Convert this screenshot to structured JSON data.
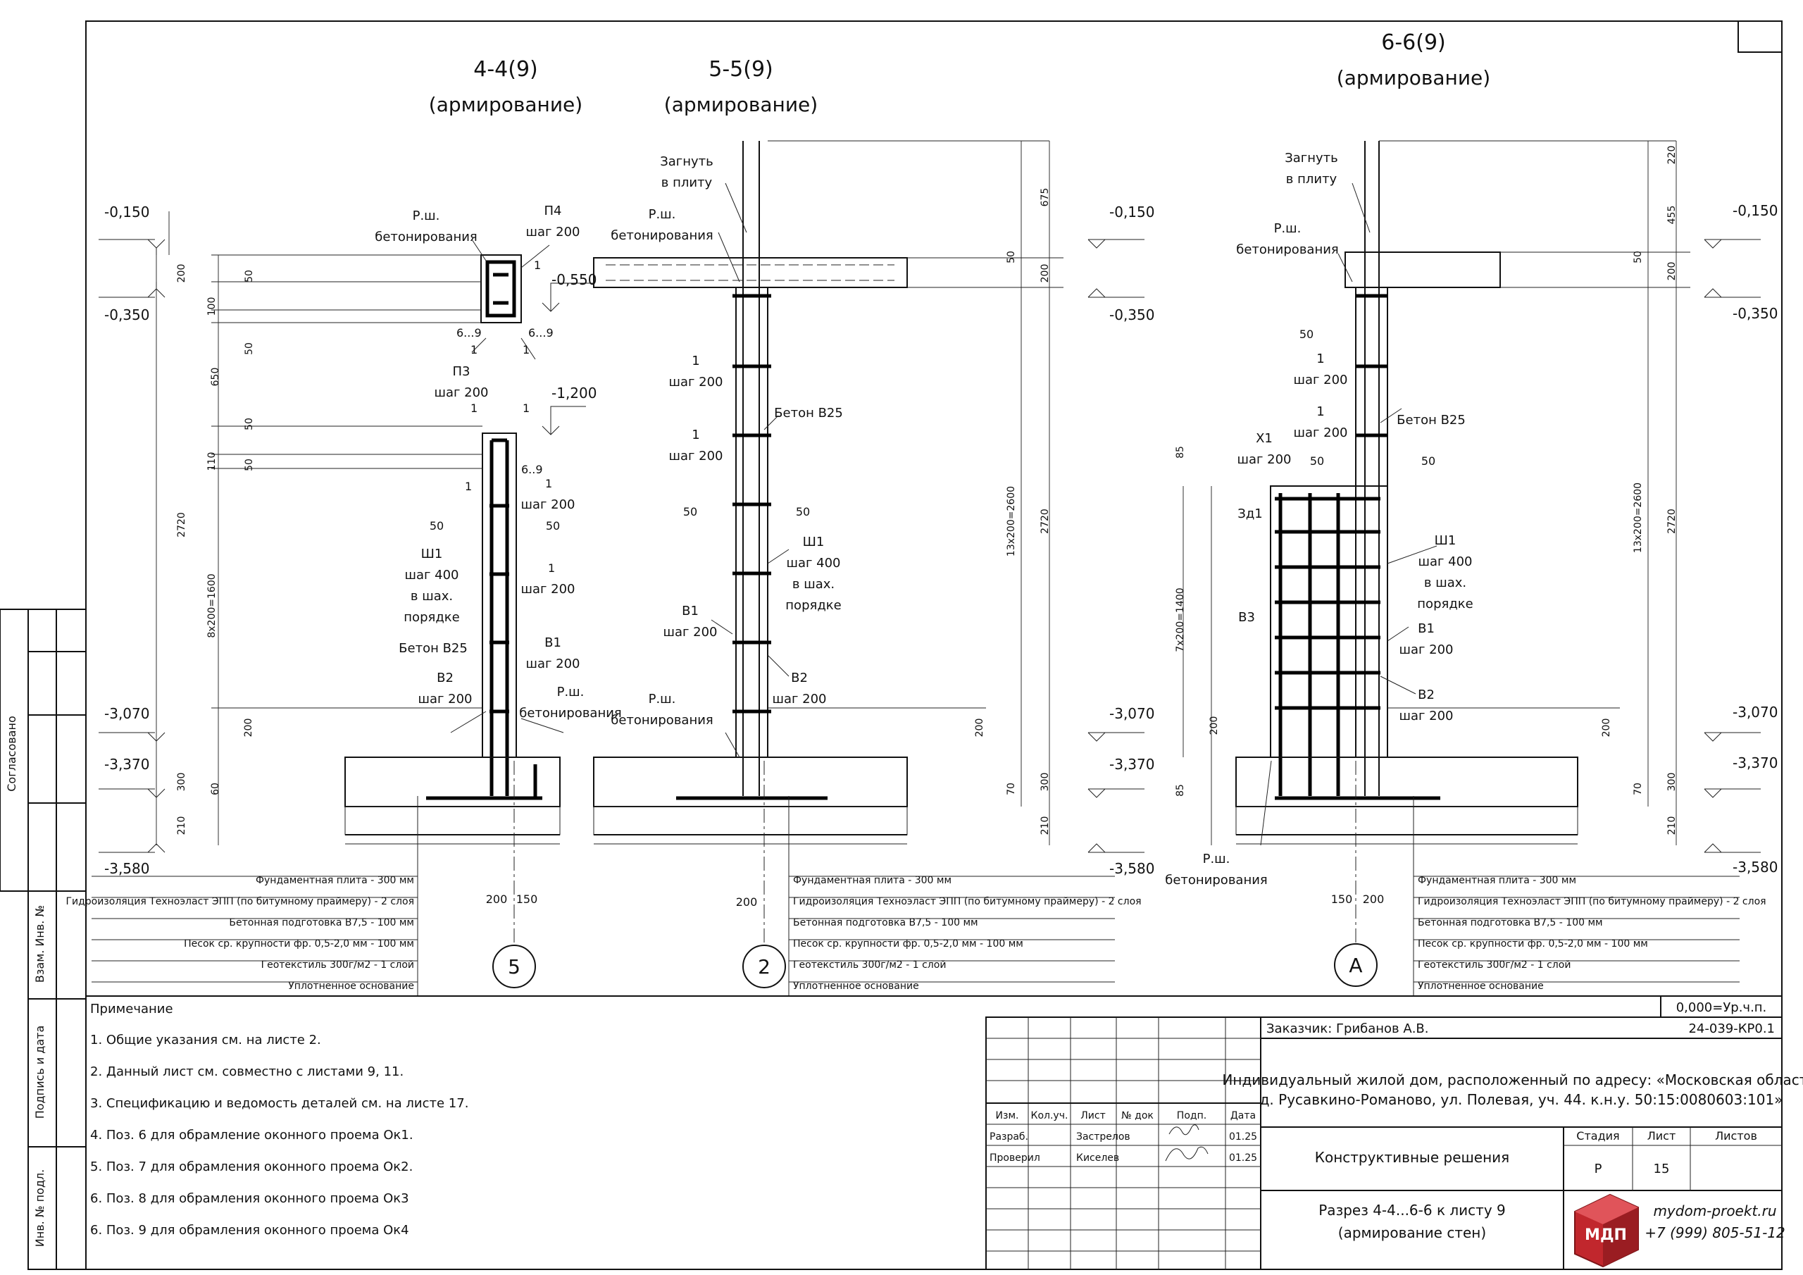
{
  "sections": [
    {
      "title": "4-4(9)",
      "subtitle": "(армирование)",
      "axis": "5"
    },
    {
      "title": "5-5(9)",
      "subtitle": "(армирование)",
      "axis": "2"
    },
    {
      "title": "6-6(9)",
      "subtitle": "(армирование)",
      "axis": "А"
    }
  ],
  "levels": {
    "l0150": "-0,150",
    "l0350": "-0,350",
    "l0550": "-0,550",
    "l1200": "-1,200",
    "l3070": "-3,070",
    "l3370": "-3,370",
    "l3580": "-3,580"
  },
  "callouts": {
    "rsh": "Р.ш.",
    "betonirovaniya": "бетонирования",
    "p4": "П4",
    "p3": "П3",
    "shag200": "шаг 200",
    "shag400": "шаг 400",
    "v_shakh": "в шах.",
    "poryadke": "порядке",
    "beton": "Бетон В25",
    "sh1": "Ш1",
    "v1": "В1",
    "v2": "В2",
    "v3": "В3",
    "x1": "Х1",
    "zd1": "Зд1",
    "zagnut": "Загнуть",
    "v_plitu": "в плиту",
    "one": "1",
    "six9": "6...9",
    "six_9": "6..9"
  },
  "dims": {
    "d200": "200",
    "d50": "50",
    "d100": "100",
    "d650": "650",
    "d110": "110",
    "d2720": "2720",
    "d8x200": "8х200=1600",
    "d300": "300",
    "d60": "60",
    "d210": "210",
    "d150": "150",
    "d675": "675",
    "d13x200": "13х200=2600",
    "d70": "70",
    "d220": "220",
    "d455": "455",
    "d85": "85",
    "d7x200": "7х200=1400"
  },
  "layers": [
    "Фундаментная плита - 300 мм",
    "Гидроизоляция Техноэласт ЭПП (по битумному праймеру) - 2 слоя",
    "Бетонная подготовка В7,5 - 100 мм",
    "Песок ср. крупности фр. 0,5-2,0 мм - 100 мм",
    "Геотекстиль 300г/м2 - 1 слой",
    "Уплотненное основание"
  ],
  "side_labels": {
    "soglasovano": "Согласовано",
    "vzam": "Взам. Инв. №",
    "podpis": "Подпись и дата",
    "inv": "Инв. № подл."
  },
  "notes": {
    "heading": "Примечание",
    "items": [
      "1.   Общие указания см. на листе 2.",
      "2.   Данный лист см. совместно с листами 9, 11.",
      "3.   Спецификацию и ведомость деталей см. на листе 17.",
      "4.   Поз. 6 для обрамление оконного проема Ок1.",
      "5.   Поз. 7 для обрамления оконного проема Ок2.",
      "6.   Поз. 8 для обрамления оконного проема Ок3",
      "6.   Поз. 9 для обрамления оконного проема Ок4"
    ]
  },
  "stamp": {
    "level_zero": "0,000=Ур.ч.п.",
    "customer": "Заказчик: Грибанов А.В.",
    "code": "24-039-КР0.1",
    "project_line1": "Индивидуальный жилой дом, расположенный по адресу: «Московская область,",
    "project_line2": "д. Русавкино-Романово, ул. Полевая, уч. 44. к.н.у. 50:15:0080603:101»",
    "col_headers": [
      "Изм.",
      "Кол.уч.",
      "Лист",
      "№ док",
      "Подп.",
      "Дата"
    ],
    "row1": {
      "role": "Разраб.",
      "name": "Застрелов",
      "date": "01.25"
    },
    "row2": {
      "role": "Проверил",
      "name": "Киселев",
      "date": "01.25"
    },
    "section_title": "Конструктивные решения",
    "stage_h": "Стадия",
    "sheet_h": "Лист",
    "sheets_h": "Листов",
    "stage": "Р",
    "sheet": "15",
    "sheets": "",
    "drawing_line1": "Разрез 4-4...6-6 к листу 9",
    "drawing_line2": "(армирование стен)",
    "logo_letters": "МДП",
    "site": "mydom-proekt.ru",
    "phone": "+7 (999) 805-51-12"
  }
}
